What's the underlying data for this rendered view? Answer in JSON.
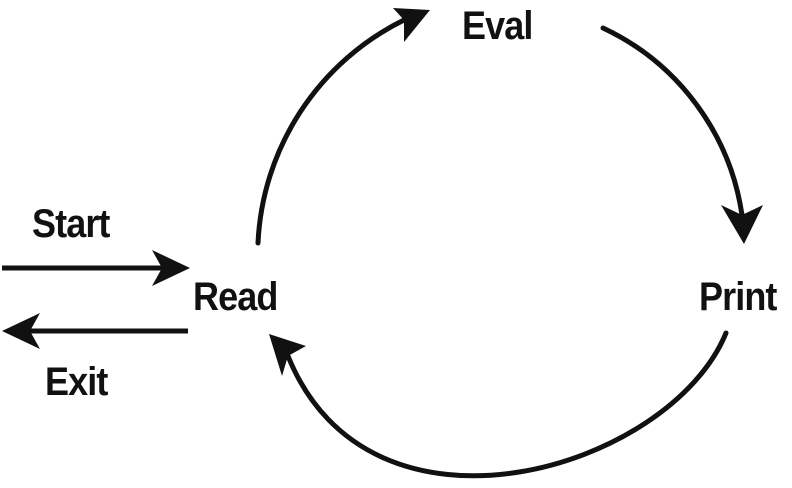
{
  "nodes": {
    "eval": "Eval",
    "read": "Read",
    "print": "Print"
  },
  "edges": {
    "start": "Start",
    "exit": "Exit"
  },
  "colors": {
    "ink": "#111111",
    "background": "#ffffff"
  }
}
